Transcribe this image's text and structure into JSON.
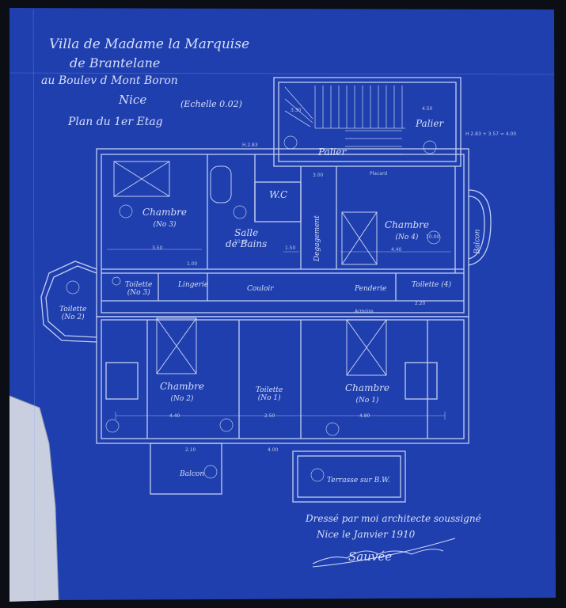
{
  "title_block": {
    "line1": "Villa de Madame la Marquise",
    "line2": "de Brantelane",
    "line3": "au Boulev d Mont Boron",
    "line4": "Nice",
    "scale": "(Echelle 0.02)",
    "plan_name": "Plan du 1er Etag"
  },
  "rooms": {
    "chambre3": {
      "name": "Chambre",
      "num": "(No 3)"
    },
    "salle_bains": {
      "name": "Salle",
      "name2": "de Bains"
    },
    "wc": {
      "name": "W.C"
    },
    "palier_left": {
      "name": "Palier"
    },
    "palier_right": {
      "name": "Palier"
    },
    "degagement": {
      "name": "Degagement"
    },
    "chambre4": {
      "name": "Chambre",
      "num": "(No 4)"
    },
    "toilette3": {
      "name": "Toilette",
      "num": "(No 3)"
    },
    "lingerie": {
      "name": "Lingerie"
    },
    "couloir": {
      "name": "Couloir"
    },
    "penderie": {
      "name": "Penderie"
    },
    "toilette4": {
      "name": "Toilette (4)"
    },
    "toilette2": {
      "name": "Toilette",
      "num": "(No 2)"
    },
    "chambre2": {
      "name": "Chambre",
      "num": "(No 2)"
    },
    "toilette1": {
      "name": "Toilette",
      "num": "(No 1)"
    },
    "chambre1": {
      "name": "Chambre",
      "num": "(No 1)"
    },
    "balcon_left": {
      "name": "Balcon"
    },
    "balcon_right": {
      "name": "Balcon"
    },
    "terrasse": {
      "name": "Terrasse sur B.W."
    }
  },
  "dimensions": {
    "d_330": "3.30",
    "d_450": "4.50",
    "d_350": "3.50",
    "d_300": "3.00",
    "d_150": "1.50",
    "d_100": "1.00",
    "d_220": "2.20",
    "d_480": "4.80",
    "d_440": "4.40",
    "d_440b": "4.40",
    "d_250": "2.50",
    "d_210": "2.10",
    "d_400": "4.00",
    "d_1183": "H.2.83",
    "d_h2": "H 2.83 + 3.57 = 4.00",
    "d_area1": "10.42",
    "d_area2": "10.00",
    "d_armoire": "Armoire",
    "d_placard": "Placard"
  },
  "signature": {
    "line1": "Dressé par moi architecte soussigné",
    "line2": "Nice le Janvier 1910",
    "sig": "Sauvée"
  }
}
